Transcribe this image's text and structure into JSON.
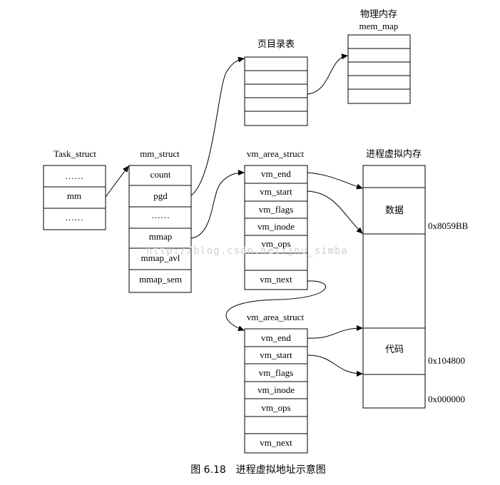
{
  "task_struct": {
    "title": "Task_struct",
    "fields": [
      "……",
      "mm",
      "……"
    ]
  },
  "mm_struct": {
    "title": "mm_struct",
    "fields": [
      "count",
      "pgd",
      "……",
      "mmap",
      "mmap_avl",
      "mmap_sem"
    ]
  },
  "page_directory": {
    "title": "页目录表"
  },
  "physical_memory": {
    "title": "物理内存",
    "subtitle": "mem_map"
  },
  "vm_area_1": {
    "title": "vm_area_struct",
    "fields": [
      "vm_end",
      "vm_start",
      "vm_flags",
      "vm_inode",
      "vm_ops",
      "",
      "vm_next"
    ]
  },
  "vm_area_2": {
    "title": "vm_area_struct",
    "fields": [
      "vm_end",
      "vm_start",
      "vm_flags",
      "vm_inode",
      "vm_ops",
      "",
      "vm_next"
    ]
  },
  "virtual_memory": {
    "title": "进程虚拟内存",
    "segments": {
      "data": "数据",
      "code": "代码"
    },
    "addresses": {
      "data_addr": "0x8059BB",
      "code_addr": "0x104800",
      "base_addr": "0x000000"
    }
  },
  "caption": "图 6.18　进程虚拟地址示意图",
  "watermark": "http://blog.csdn.net/jnu_simba"
}
